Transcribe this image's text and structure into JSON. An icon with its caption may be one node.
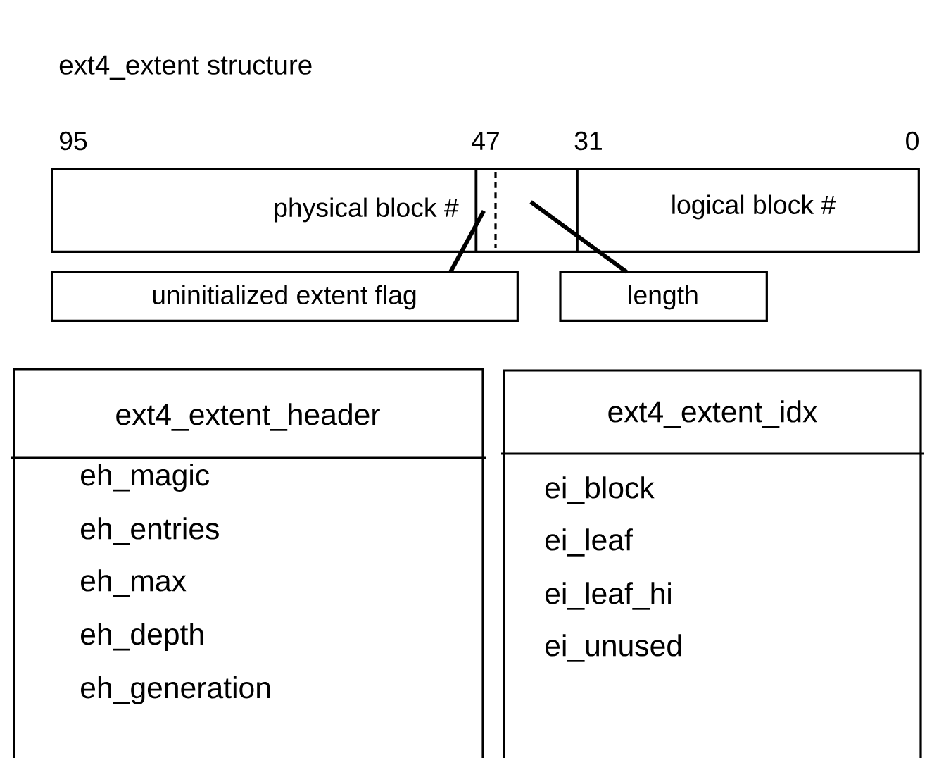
{
  "diagram": {
    "title": "ext4_extent structure",
    "nodes": [
      {
        "text": [
          "physical block #"
        ]
      },
      {
        "text": [],
        "shape": "box"
      },
      {
        "text": [],
        "shape": "bar",
        "in": 1
      },
      {
        "text": [
          "logical block #"
        ]
      },
      {
        "text": [
          "uninitialized extent flag"
        ]
      },
      {
        "text": [
          "length"
        ]
      },
      {
        "text": [
          "ext4_extent_header",
          "eh_magic",
          "eh_entries",
          "eh_max",
          "eh_depth",
          "eh_generation"
        ]
      },
      {
        "text": [
          "ext4_extent_idx",
          "ei_block",
          "ei_leaf",
          "ei_leaf_hi",
          "ei_unused"
        ]
      }
    ],
    "edges": [
      {
        "from": 4,
        "to": 2,
        "arrow": "none"
      },
      {
        "from": 5,
        "to": 1,
        "arrow": "none"
      }
    ],
    "labels": [
      "95",
      "47",
      "31",
      "0"
    ]
  }
}
